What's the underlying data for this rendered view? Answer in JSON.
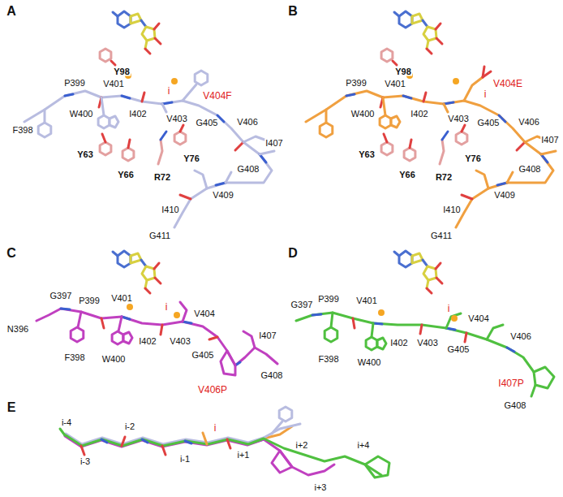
{
  "diagram": {
    "labels": [
      "A",
      "Y98",
      "P399",
      "V401",
      "F398",
      "W400",
      "i",
      "V404F",
      "I402",
      "V403",
      "Y63",
      "Y66",
      "R72",
      "Y76",
      "G405",
      "V406",
      "I407",
      "I410",
      "V409",
      "G408",
      "G411",
      "B",
      "Y98",
      "W400",
      "I402",
      "V404E",
      "i",
      "P399",
      "V401",
      "V403",
      "G405",
      "I407",
      "Y63",
      "Y66",
      "Y76",
      "V406",
      "G408",
      "R72",
      "I410",
      "V409",
      "G411",
      "C",
      "G397",
      "P399",
      "V401",
      "i",
      "V404",
      "I407",
      "N396",
      "F398",
      "W400",
      "I402",
      "V403",
      "G405",
      "G408",
      "V406P",
      "D",
      "P399",
      "G397",
      "V401",
      "i",
      "V404",
      "V406",
      "F398",
      "W400",
      "I402",
      "V403",
      "G405",
      "I407P",
      "G408",
      "E",
      "i-4",
      "i-3",
      "i-2",
      "i-1",
      "i",
      "i+1",
      "i+2",
      "i+3",
      "i+4"
    ]
  }
}
